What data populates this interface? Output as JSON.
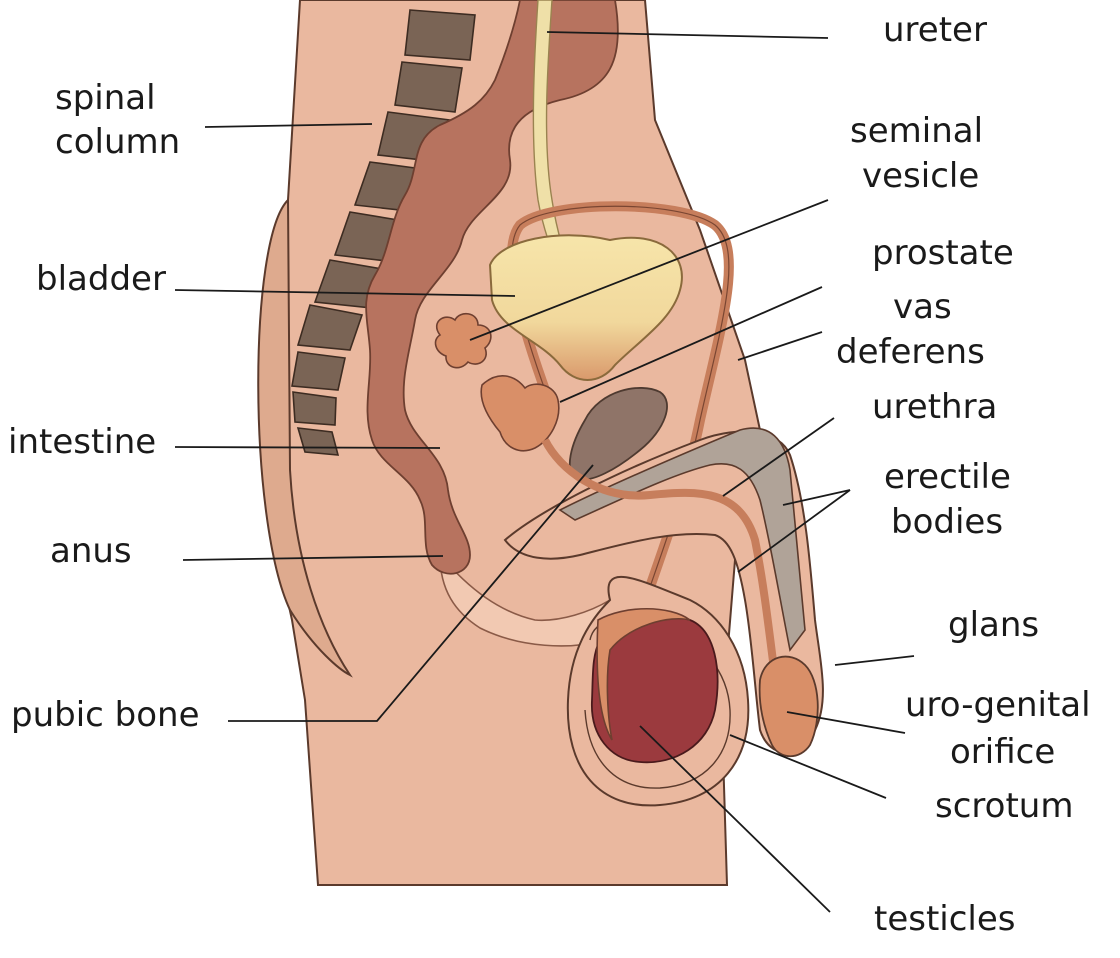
{
  "labels": {
    "ureter": "ureter",
    "spinal_1": "spinal",
    "spinal_2": "column",
    "seminal_1": "seminal",
    "seminal_2": "vesicle",
    "bladder": "bladder",
    "prostate": "prostate",
    "vas_1": "vas",
    "vas_2": "deferens",
    "urethra": "urethra",
    "intestine": "intestine",
    "erectile_1": "erectile",
    "erectile_2": "bodies",
    "anus": "anus",
    "glans": "glans",
    "pubic": "pubic bone",
    "uro_1": "uro-genital",
    "uro_2": "orifice",
    "scrotum": "scrotum",
    "testicles": "testicles"
  },
  "colors": {
    "skin": "#eab89f",
    "skin_dark": "#deaa8e",
    "bowel": "#b7735f",
    "spine": "#7a6455",
    "bladder": "#f4dca0",
    "prostate": "#d98f68",
    "pubic_bone": "#8f7468",
    "erectile": "#b0a398",
    "testis": "#9b3a3e",
    "tube": "#c77e5c",
    "ureter": "#efe0a8"
  }
}
